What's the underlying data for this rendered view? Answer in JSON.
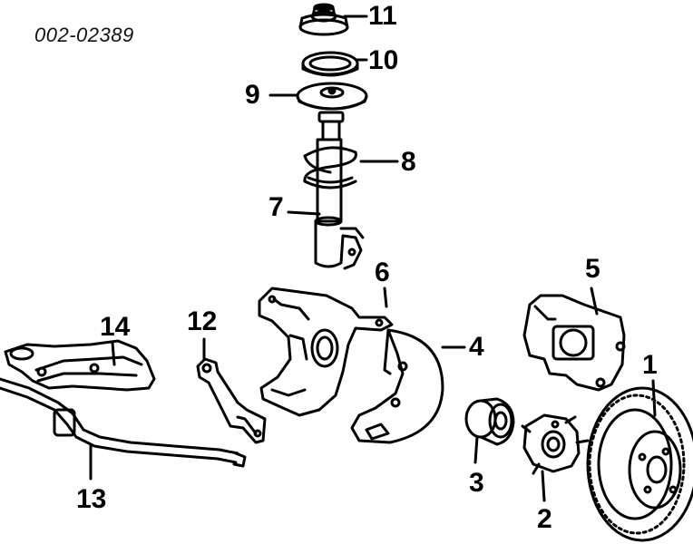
{
  "diagram_code": "002-02389",
  "callouts": [
    {
      "id": "1",
      "label": "1"
    },
    {
      "id": "2",
      "label": "2"
    },
    {
      "id": "3",
      "label": "3"
    },
    {
      "id": "4",
      "label": "4"
    },
    {
      "id": "5",
      "label": "5"
    },
    {
      "id": "6",
      "label": "6"
    },
    {
      "id": "7",
      "label": "7"
    },
    {
      "id": "8",
      "label": "8"
    },
    {
      "id": "9",
      "label": "9"
    },
    {
      "id": "10",
      "label": "10"
    },
    {
      "id": "11",
      "label": "11"
    },
    {
      "id": "12",
      "label": "12"
    },
    {
      "id": "13",
      "label": "13"
    },
    {
      "id": "14",
      "label": "14"
    }
  ],
  "colors": {
    "ink": "#000000",
    "background": "#ffffff"
  }
}
